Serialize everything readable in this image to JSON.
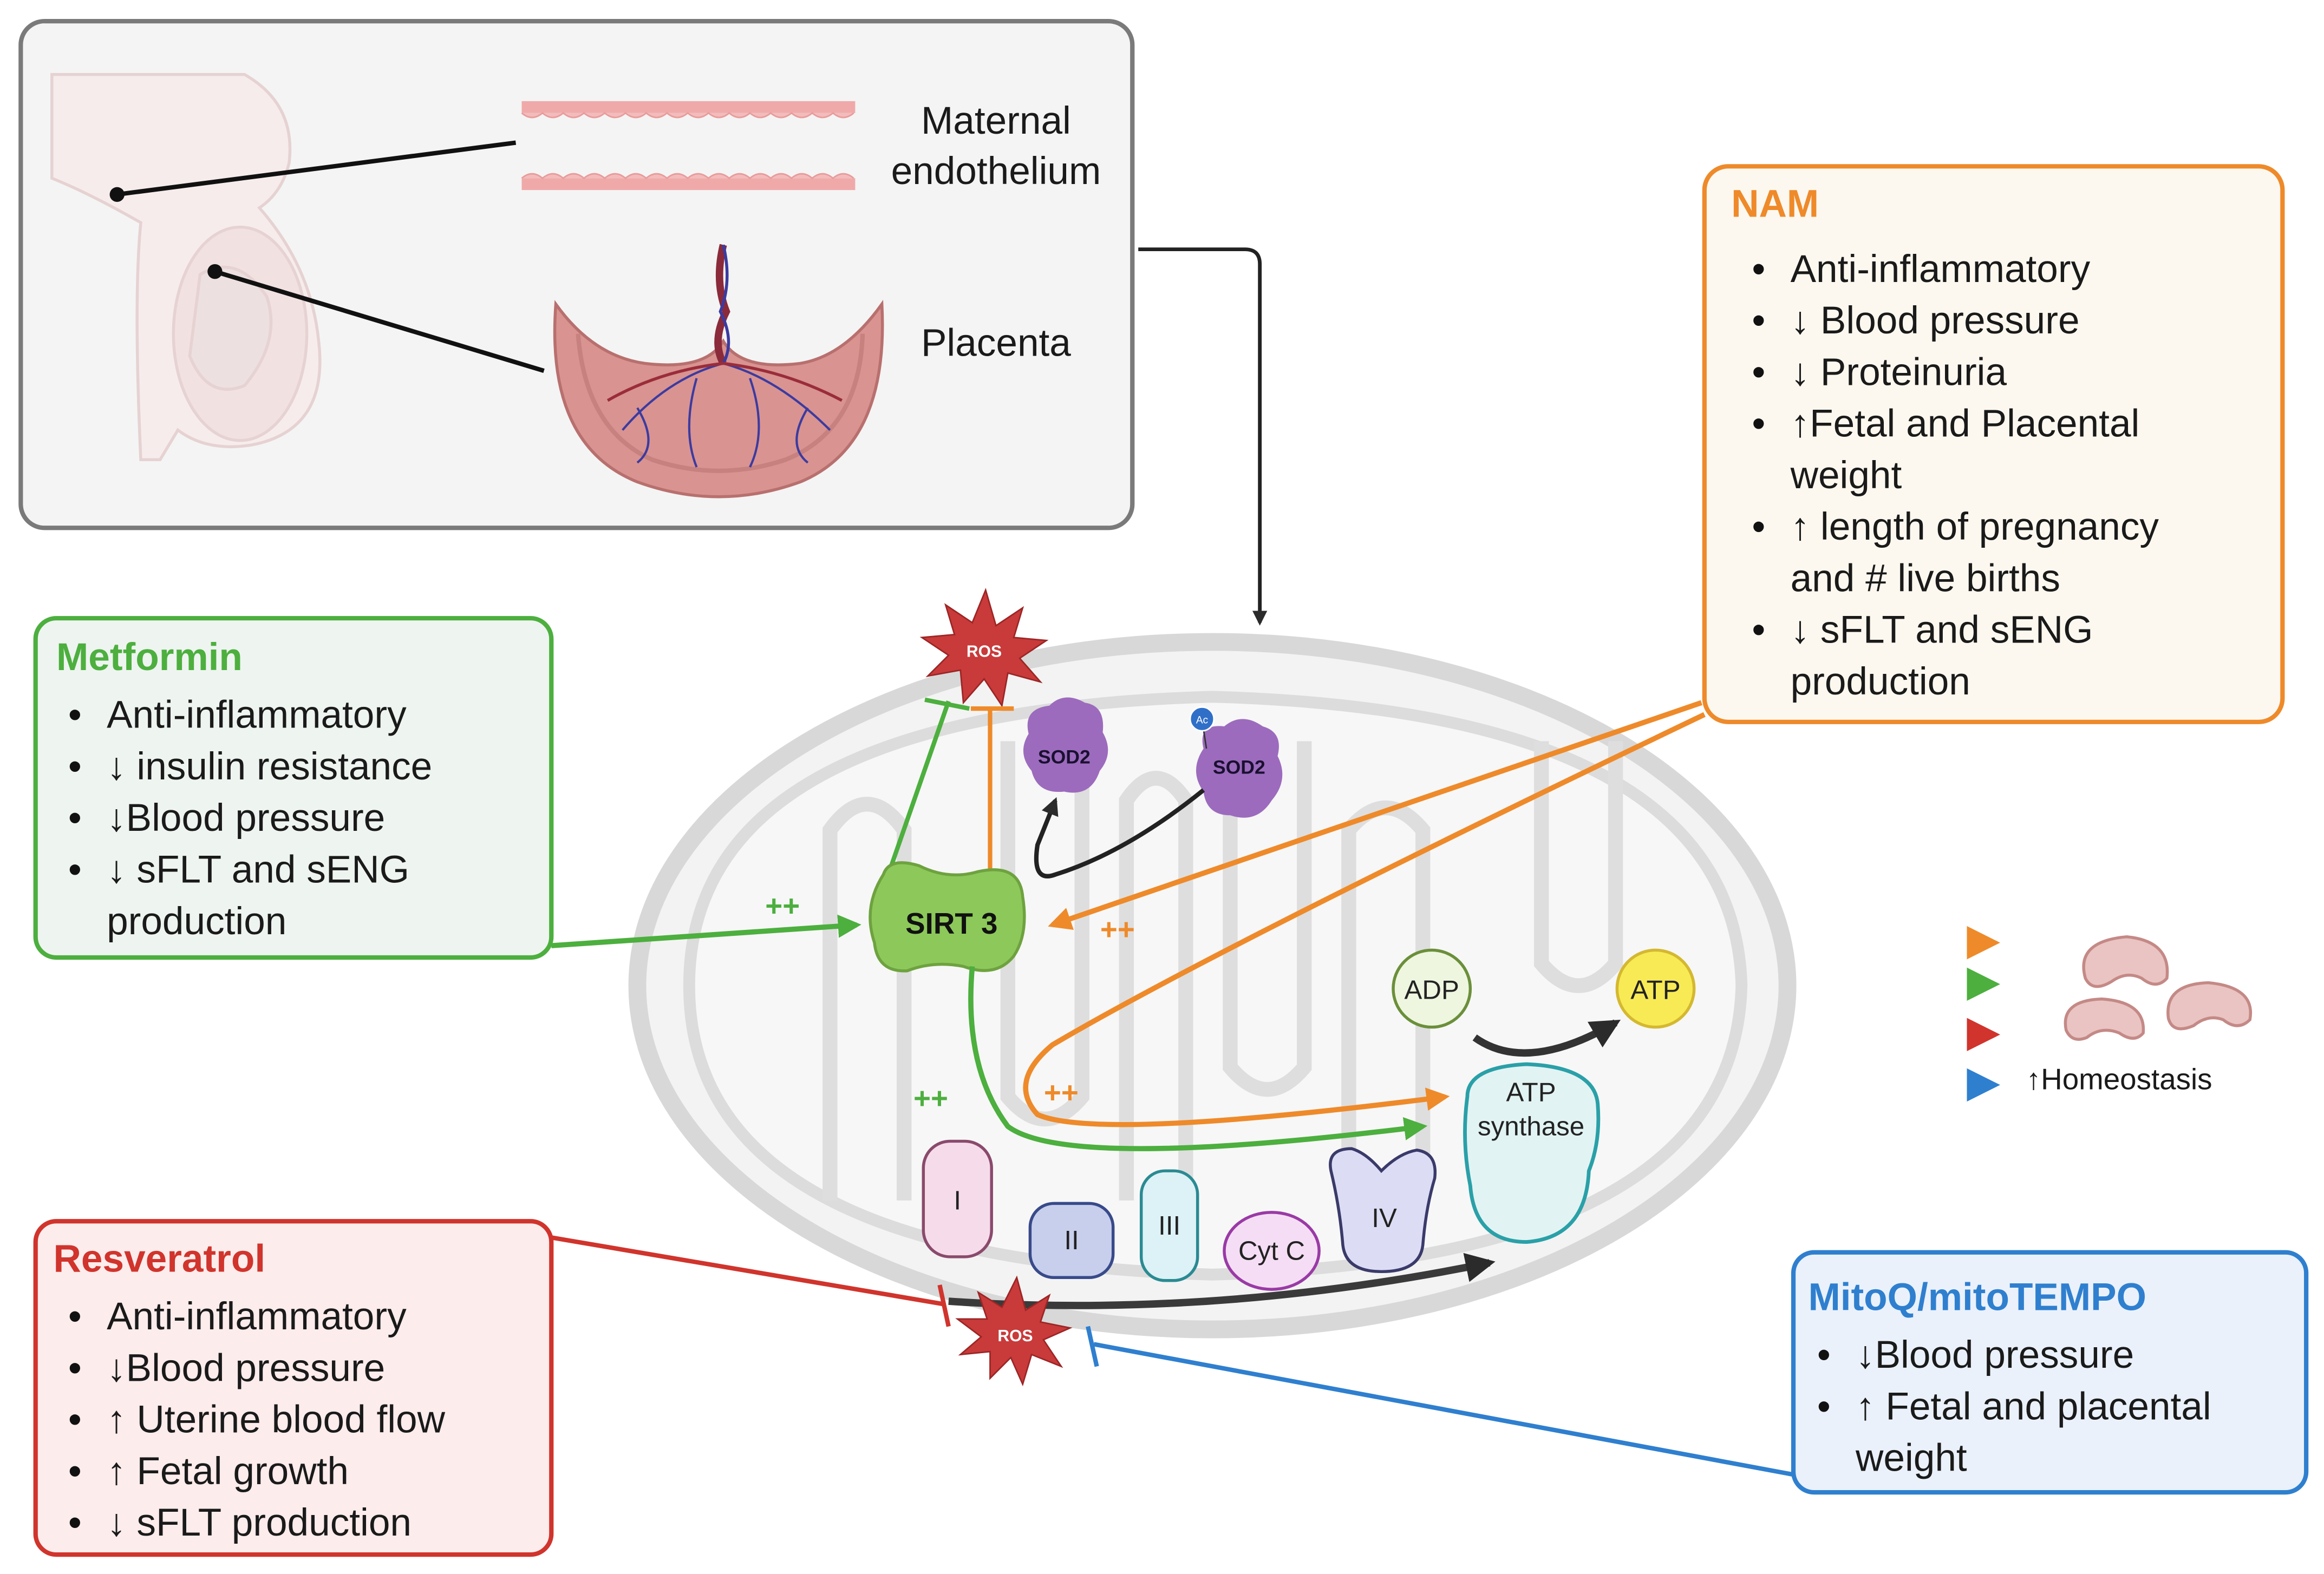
{
  "figure": {
    "illustration_panel": {
      "labels": {
        "endothelium_line1": "Maternal",
        "endothelium_line2": "endothelium",
        "placenta": "Placenta"
      }
    },
    "colors": {
      "nam": "#ee8a2a",
      "metformin": "#4caf3e",
      "resveratrol": "#d0342c",
      "mitoq": "#2f7fcf",
      "ros": "#c93a3a",
      "sod2": "#9c6bbd",
      "sirt3": "#8dc95a"
    },
    "boxes": {
      "nam": {
        "title": "NAM",
        "items": [
          {
            "bullet": "•",
            "lines": [
              "Anti-inflammatory"
            ]
          },
          {
            "bullet": "•",
            "lines": [
              "↓ Blood pressure"
            ]
          },
          {
            "bullet": "•",
            "lines": [
              "↓ Proteinuria"
            ]
          },
          {
            "bullet": "•",
            "lines": [
              "↑Fetal and Placental",
              "weight"
            ]
          },
          {
            "bullet": "•",
            "lines": [
              "↑ length of pregnancy",
              "and # live births"
            ]
          },
          {
            "bullet": "•",
            "lines": [
              "↓ sFLT and sENG",
              "production"
            ]
          }
        ]
      },
      "metformin": {
        "title": "Metformin",
        "items": [
          {
            "bullet": "•",
            "lines": [
              "Anti-inflammatory"
            ]
          },
          {
            "bullet": "•",
            "lines": [
              "↓ insulin resistance"
            ]
          },
          {
            "bullet": "•",
            "lines": [
              "↓Blood pressure"
            ]
          },
          {
            "bullet": "•",
            "lines": [
              "↓ sFLT and sENG",
              "production"
            ]
          }
        ]
      },
      "resveratrol": {
        "title": "Resveratrol",
        "items": [
          {
            "bullet": "•",
            "lines": [
              "Anti-inflammatory"
            ]
          },
          {
            "bullet": "•",
            "lines": [
              "↓Blood pressure"
            ]
          },
          {
            "bullet": "•",
            "lines": [
              "↑ Uterine blood flow"
            ]
          },
          {
            "bullet": "•",
            "lines": [
              "↑ Fetal growth"
            ]
          },
          {
            "bullet": "•",
            "lines": [
              "↓ sFLT production"
            ]
          }
        ]
      },
      "mitoq": {
        "title": "MitoQ/mitoTEMPO",
        "items": [
          {
            "bullet": "•",
            "lines": [
              "↓Blood pressure"
            ]
          },
          {
            "bullet": "•",
            "lines": [
              "↑ Fetal and placental",
              "weight"
            ]
          }
        ]
      }
    },
    "mitochondrion": {
      "ros_top": "ROS",
      "ros_bottom": "ROS",
      "sod2_a": "SOD2",
      "sod2_b": "SOD2",
      "acetyl": "Ac",
      "sirt3": "SIRT 3",
      "plus_metformin_in": "++",
      "plus_nam_in": "++",
      "plus_metformin_etc": "++",
      "plus_nam_etc": "++",
      "adp": "ADP",
      "atp": "ATP",
      "atp_synthase_line1": "ATP",
      "atp_synthase_line2": "synthase",
      "complex_1": "I",
      "complex_2": "II",
      "complex_3": "III",
      "cyt_c": "Cyt C",
      "complex_4": "IV"
    },
    "outcome": {
      "label": "↑Homeostasis"
    }
  }
}
